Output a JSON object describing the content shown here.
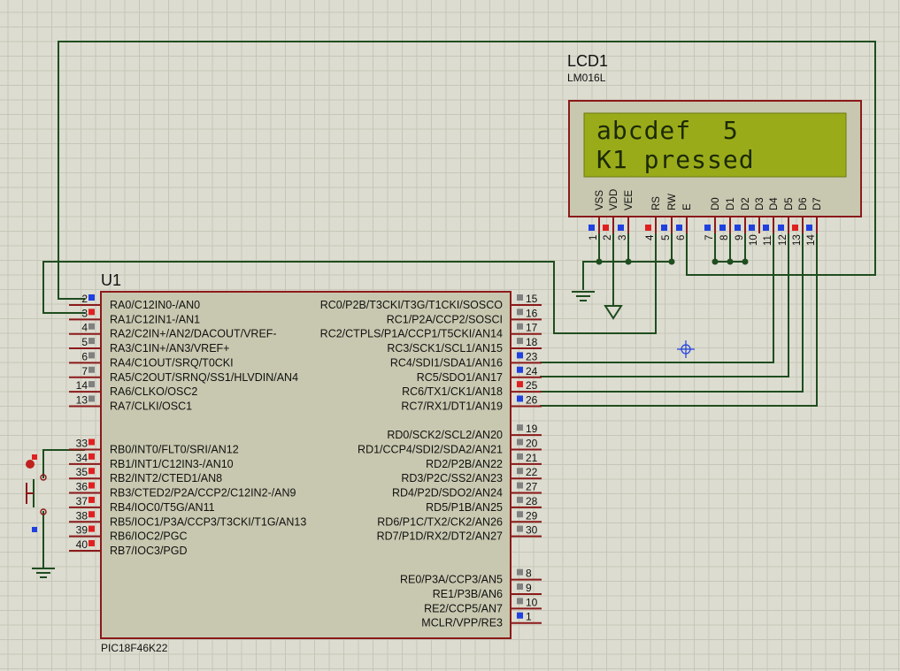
{
  "lcd": {
    "ref": "LCD1",
    "model": "LM016L",
    "line1": "abcdef  5",
    "line2": "K1 pressed",
    "pins": [
      {
        "name": "VSS",
        "num": "1",
        "state": "blue"
      },
      {
        "name": "VDD",
        "num": "2",
        "state": "red"
      },
      {
        "name": "VEE",
        "num": "3",
        "state": "blue"
      },
      {
        "name": "RS",
        "num": "4",
        "state": "red"
      },
      {
        "name": "RW",
        "num": "5",
        "state": "blue"
      },
      {
        "name": "E",
        "num": "6",
        "state": "blue"
      },
      {
        "name": "D0",
        "num": "7",
        "state": "blue"
      },
      {
        "name": "D1",
        "num": "8",
        "state": "blue"
      },
      {
        "name": "D2",
        "num": "9",
        "state": "blue"
      },
      {
        "name": "D3",
        "num": "10",
        "state": "blue"
      },
      {
        "name": "D4",
        "num": "11",
        "state": "blue"
      },
      {
        "name": "D5",
        "num": "12",
        "state": "blue"
      },
      {
        "name": "D6",
        "num": "13",
        "state": "red"
      },
      {
        "name": "D7",
        "num": "14",
        "state": "blue"
      }
    ]
  },
  "mcu": {
    "ref": "U1",
    "model": "PIC18F46K22",
    "left_pins": [
      {
        "num": "2",
        "label": "RA0/C12IN0-/AN0",
        "state": "blue"
      },
      {
        "num": "3",
        "label": "RA1/C12IN1-/AN1",
        "state": "red"
      },
      {
        "num": "4",
        "label": "RA2/C2IN+/AN2/DACOUT/VREF-",
        "state": "gray"
      },
      {
        "num": "5",
        "label": "RA3/C1IN+/AN3/VREF+",
        "state": "gray"
      },
      {
        "num": "6",
        "label": "RA4/C1OUT/SRQ/T0CKI",
        "state": "gray"
      },
      {
        "num": "7",
        "label": "RA5/C2OUT/SRNQ/SS1/HLVDIN/AN4",
        "state": "gray"
      },
      {
        "num": "14",
        "label": "RA6/CLKO/OSC2",
        "state": "gray"
      },
      {
        "num": "13",
        "label": "RA7/CLKI/OSC1",
        "state": "gray"
      },
      {
        "num": "33",
        "label": "RB0/INT0/FLT0/SRI/AN12",
        "state": "red"
      },
      {
        "num": "34",
        "label": "RB1/INT1/C12IN3-/AN10",
        "state": "red"
      },
      {
        "num": "35",
        "label": "RB2/INT2/CTED1/AN8",
        "state": "red"
      },
      {
        "num": "36",
        "label": "RB3/CTED2/P2A/CCP2/C12IN2-/AN9",
        "state": "red"
      },
      {
        "num": "37",
        "label": "RB4/IOC0/T5G/AN11",
        "state": "red"
      },
      {
        "num": "38",
        "label": "RB5/IOC1/P3A/CCP3/T3CKI/T1G/AN13",
        "state": "red"
      },
      {
        "num": "39",
        "label": "RB6/IOC2/PGC",
        "state": "red"
      },
      {
        "num": "40",
        "label": "RB7/IOC3/PGD",
        "state": "red"
      }
    ],
    "right_pins": [
      {
        "num": "15",
        "label": "RC0/P2B/T3CKI/T3G/T1CKI/SOSCO",
        "state": "gray"
      },
      {
        "num": "16",
        "label": "RC1/P2A/CCP2/SOSCI",
        "state": "gray"
      },
      {
        "num": "17",
        "label": "RC2/CTPLS/P1A/CCP1/T5CKI/AN14",
        "state": "gray"
      },
      {
        "num": "18",
        "label": "RC3/SCK1/SCL1/AN15",
        "state": "gray"
      },
      {
        "num": "23",
        "label": "RC4/SDI1/SDA1/AN16",
        "state": "blue"
      },
      {
        "num": "24",
        "label": "RC5/SDO1/AN17",
        "state": "blue"
      },
      {
        "num": "25",
        "label": "RC6/TX1/CK1/AN18",
        "state": "red"
      },
      {
        "num": "26",
        "label": "RC7/RX1/DT1/AN19",
        "state": "blue"
      },
      {
        "num": "19",
        "label": "RD0/SCK2/SCL2/AN20",
        "state": "gray"
      },
      {
        "num": "20",
        "label": "RD1/CCP4/SDI2/SDA2/AN21",
        "state": "gray"
      },
      {
        "num": "21",
        "label": "RD2/P2B/AN22",
        "state": "gray"
      },
      {
        "num": "22",
        "label": "RD3/P2C/SS2/AN23",
        "state": "gray"
      },
      {
        "num": "27",
        "label": "RD4/P2D/SDO2/AN24",
        "state": "gray"
      },
      {
        "num": "28",
        "label": "RD5/P1B/AN25",
        "state": "gray"
      },
      {
        "num": "29",
        "label": "RD6/P1C/TX2/CK2/AN26",
        "state": "gray"
      },
      {
        "num": "30",
        "label": "RD7/P1D/RX2/DT2/AN27",
        "state": "gray"
      },
      {
        "num": "8",
        "label": "RE0/P3A/CCP3/AN5",
        "state": "gray"
      },
      {
        "num": "9",
        "label": "RE1/P3B/AN6",
        "state": "gray"
      },
      {
        "num": "10",
        "label": "RE2/CCP5/AN7",
        "state": "gray"
      },
      {
        "num": "1",
        "label": "MCLR/VPP/RE3",
        "state": "blue"
      }
    ]
  },
  "colors": {
    "wire": "#1f4d1f",
    "body": "#c8c8b0",
    "border": "#8b1a1a",
    "lcd_screen": "#9aab1a",
    "pin_red": "#e02020",
    "pin_blue": "#2040e0",
    "pin_gray": "#808080"
  }
}
